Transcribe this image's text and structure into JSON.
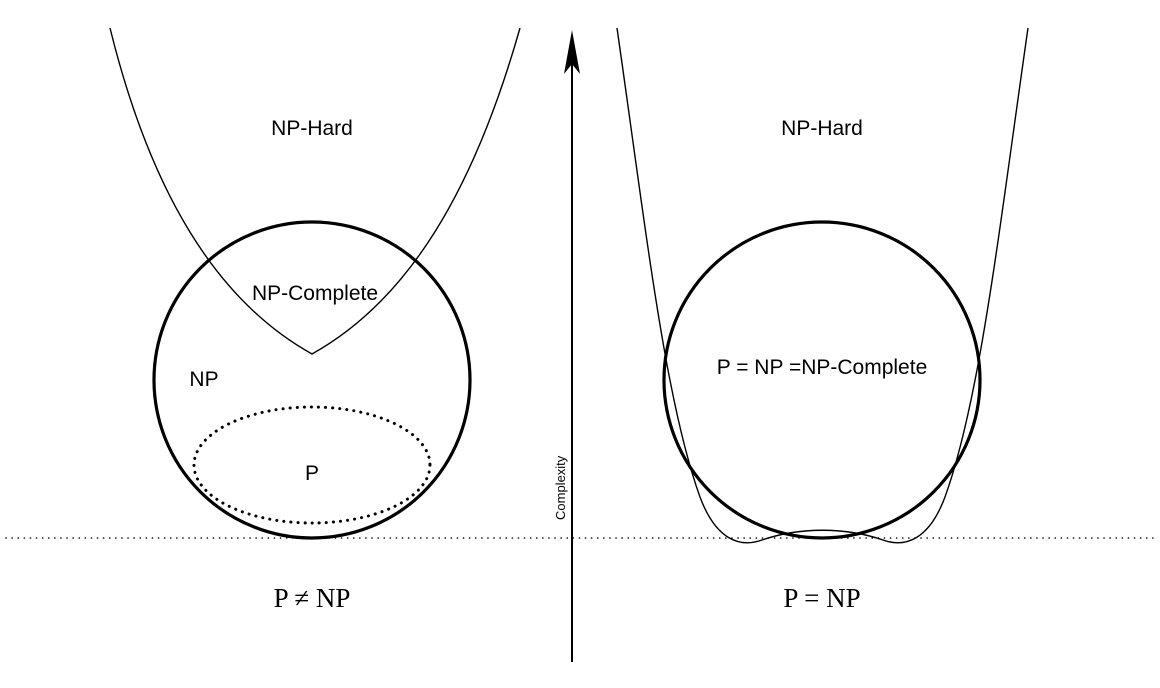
{
  "figure": {
    "title_hidden": "",
    "background_color": "#ffffff",
    "stroke_color": "#000000"
  },
  "axis": {
    "label": "Complexity",
    "orientation": "vertical",
    "arrow_direction": "up",
    "icon": "up-arrow-icon"
  },
  "panels": [
    {
      "id": "left",
      "caption": "P ≠ NP",
      "regions": [
        {
          "id": "np-hard",
          "label": "NP-Hard",
          "shape": "parabola-region",
          "line_style": "thin-solid"
        },
        {
          "id": "np-complete",
          "label": "NP-Complete",
          "shape": "lens-intersection",
          "line_style": "solid"
        },
        {
          "id": "np",
          "label": "NP",
          "shape": "circle",
          "line_style": "thick-solid"
        },
        {
          "id": "p",
          "label": "P",
          "shape": "ellipse",
          "line_style": "dotted"
        }
      ]
    },
    {
      "id": "right",
      "caption": "P = NP",
      "regions": [
        {
          "id": "np-hard",
          "label": "NP-Hard",
          "shape": "parabola-region",
          "line_style": "thin-solid"
        },
        {
          "id": "p-np-npcomplete",
          "label": "P = NP =NP-Complete",
          "shape": "circle",
          "line_style": "thick-solid"
        }
      ]
    }
  ],
  "baseline": {
    "style": "dotted",
    "description": "horizontal separator between diagram and captions"
  }
}
